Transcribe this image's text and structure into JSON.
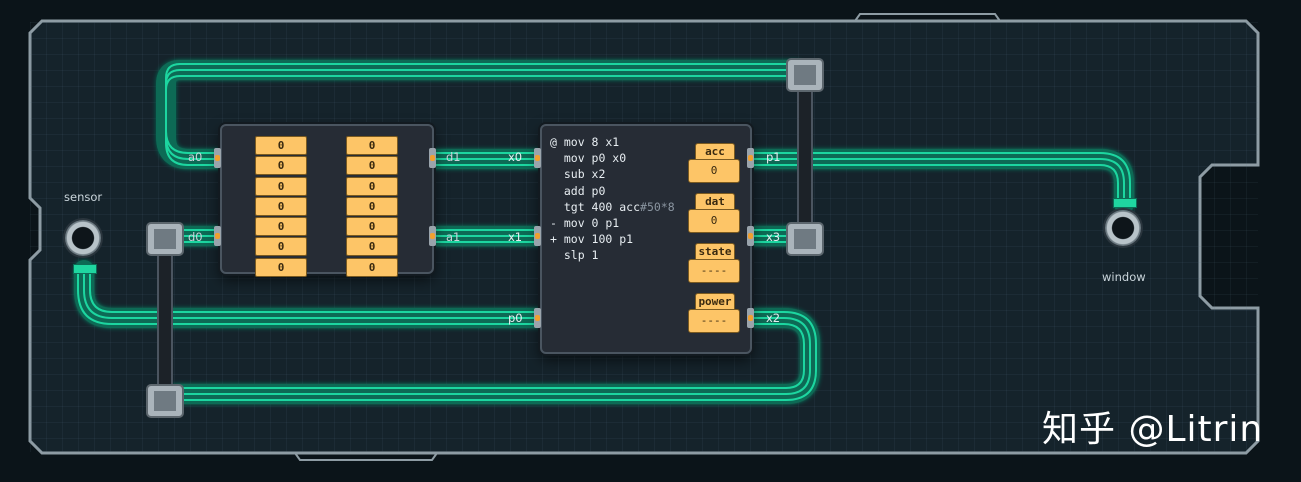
{
  "board": {
    "accent": "#1fd6a0",
    "frame_color": "#9aa8b0",
    "board_color": "#16252d"
  },
  "sensor": {
    "label": "sensor",
    "icon": "port-ring-icon"
  },
  "window": {
    "label": "window",
    "icon": "port-ring-icon"
  },
  "ram": {
    "left_pins": [
      "a0",
      "d0"
    ],
    "right_pins": [
      "d1",
      "a1"
    ],
    "column_a": [
      "0",
      "0",
      "0",
      "0",
      "0",
      "0",
      "0"
    ],
    "column_b": [
      "0",
      "0",
      "0",
      "0",
      "0",
      "0",
      "0"
    ]
  },
  "mc": {
    "left_pins": [
      "x0",
      "x1",
      "p0"
    ],
    "right_pins": [
      "p1",
      "x3",
      "x2"
    ],
    "code": [
      {
        "text": "@ mov 8 x1",
        "dim": ""
      },
      {
        "text": "  mov p0 x0",
        "dim": ""
      },
      {
        "text": "  sub x2",
        "dim": ""
      },
      {
        "text": "  add p0",
        "dim": ""
      },
      {
        "text": "  tgt 400 acc",
        "dim": "#50*8"
      },
      {
        "text": "- mov 0 p1",
        "dim": ""
      },
      {
        "text": "+ mov 100 p1",
        "dim": ""
      },
      {
        "text": "  slp 1",
        "dim": ""
      }
    ],
    "registers": [
      {
        "label": "acc",
        "value": "0"
      },
      {
        "label": "dat",
        "value": "0"
      },
      {
        "label": "state",
        "value": "----"
      },
      {
        "label": "power",
        "value": "----"
      }
    ]
  },
  "watermark": "知乎 @Litrin"
}
